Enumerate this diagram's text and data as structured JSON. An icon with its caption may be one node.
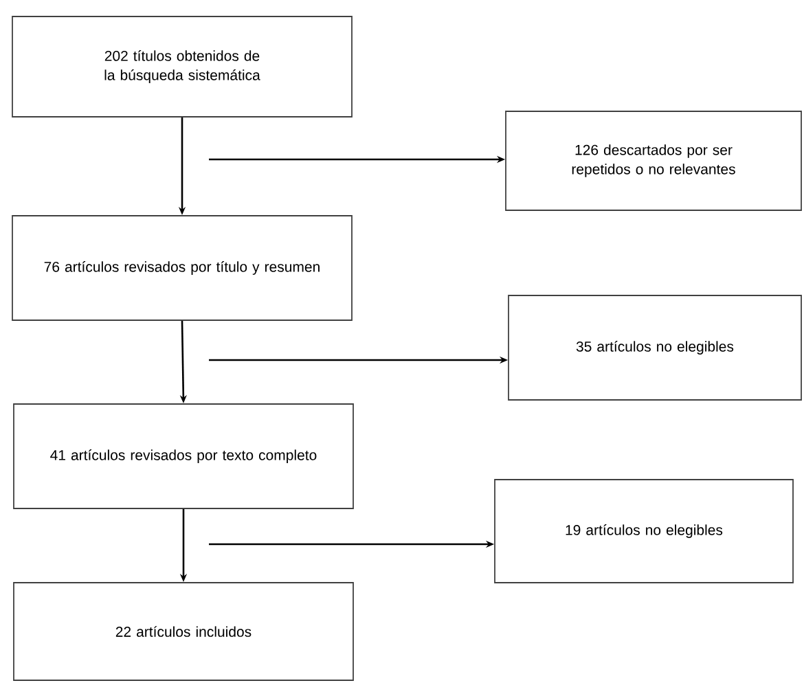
{
  "diagram": {
    "nodes": [
      {
        "text": [
          "202 títulos obtenidos de la búsqueda sistemática"
        ]
      },
      {
        "text": [
          "126 descartados por ser repetidos o no relevantes"
        ]
      },
      {
        "text": [
          "76 artículos revisados por título y resumen"
        ]
      },
      {
        "text": [
          "35 artículos no elegibles"
        ]
      },
      {
        "text": [
          "41 artículos revisados por texto completo"
        ]
      },
      {
        "text": [
          "19 artículos no elegibles"
        ]
      },
      {
        "text": [
          "22 artículos incluidos"
        ]
      }
    ],
    "edges": [
      {
        "from": 0,
        "to": 2,
        "arrow": "to"
      },
      {
        "from": null,
        "to": 1,
        "arrow": "to"
      },
      {
        "from": 2,
        "to": 4,
        "arrow": "to"
      },
      {
        "from": null,
        "to": 3,
        "arrow": "to"
      },
      {
        "from": 4,
        "to": 6,
        "arrow": "to"
      },
      {
        "from": null,
        "to": 5,
        "arrow": "to"
      }
    ]
  }
}
